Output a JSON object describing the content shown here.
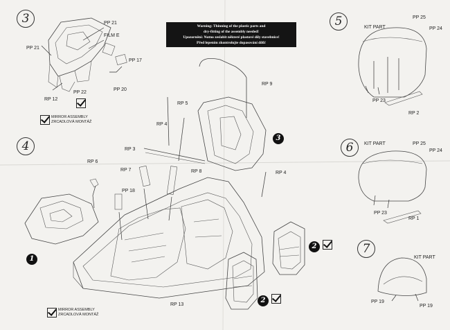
{
  "warning": {
    "line1": "Warning: Thinning of the plastic parts and",
    "line2": "dry-fitting of the assembly needed!",
    "line3": "Upozornění: Nutno zeslabit některé plastové díly stavebnice!",
    "line4": "Před lepením zkontrolujte dopasování dílů!"
  },
  "steps": {
    "s3": "3",
    "s4": "4",
    "s5": "5",
    "s6": "6",
    "s7": "7"
  },
  "sub_steps": {
    "b1": "1",
    "b2a": "2",
    "b2b": "2",
    "b3": "3"
  },
  "mirror": {
    "line1": "MIRROR ASSEMBLY",
    "line2": "ZRCADLOVÁ MONTÁŽ"
  },
  "parts": {
    "s3_pp21a": "PP 21",
    "s3_pp21b": "PP 21",
    "s3_filme": "FILM E",
    "s3_pp17": "PP 17",
    "s3_rp12": "RP 12",
    "s3_pp22": "PP 22",
    "s3_pp20": "PP 20",
    "s4_rp9": "RP 9",
    "s4_rp5": "RP 5",
    "s4_rp4a": "RP 4",
    "s4_rp3": "RP 3",
    "s4_rp6": "RP 6",
    "s4_rp7": "RP 7",
    "s4_rp8": "RP 8",
    "s4_rp4b": "RP 4",
    "s4_pp18": "PP 18",
    "s4_rp13": "RP 13",
    "s5_kit": "KIT PART",
    "s5_pp25": "PP 25",
    "s5_pp24": "PP 24",
    "s5_pp23": "PP 23",
    "s5_rp2": "RP 2",
    "s6_kit": "KIT PART",
    "s6_pp25": "PP 25",
    "s6_pp24": "PP 24",
    "s6_pp23": "PP 23",
    "s6_rp1": "RP 1",
    "s7_kit": "KIT PART",
    "s7_pp19a": "PP 19",
    "s7_pp19b": "PP 19"
  }
}
